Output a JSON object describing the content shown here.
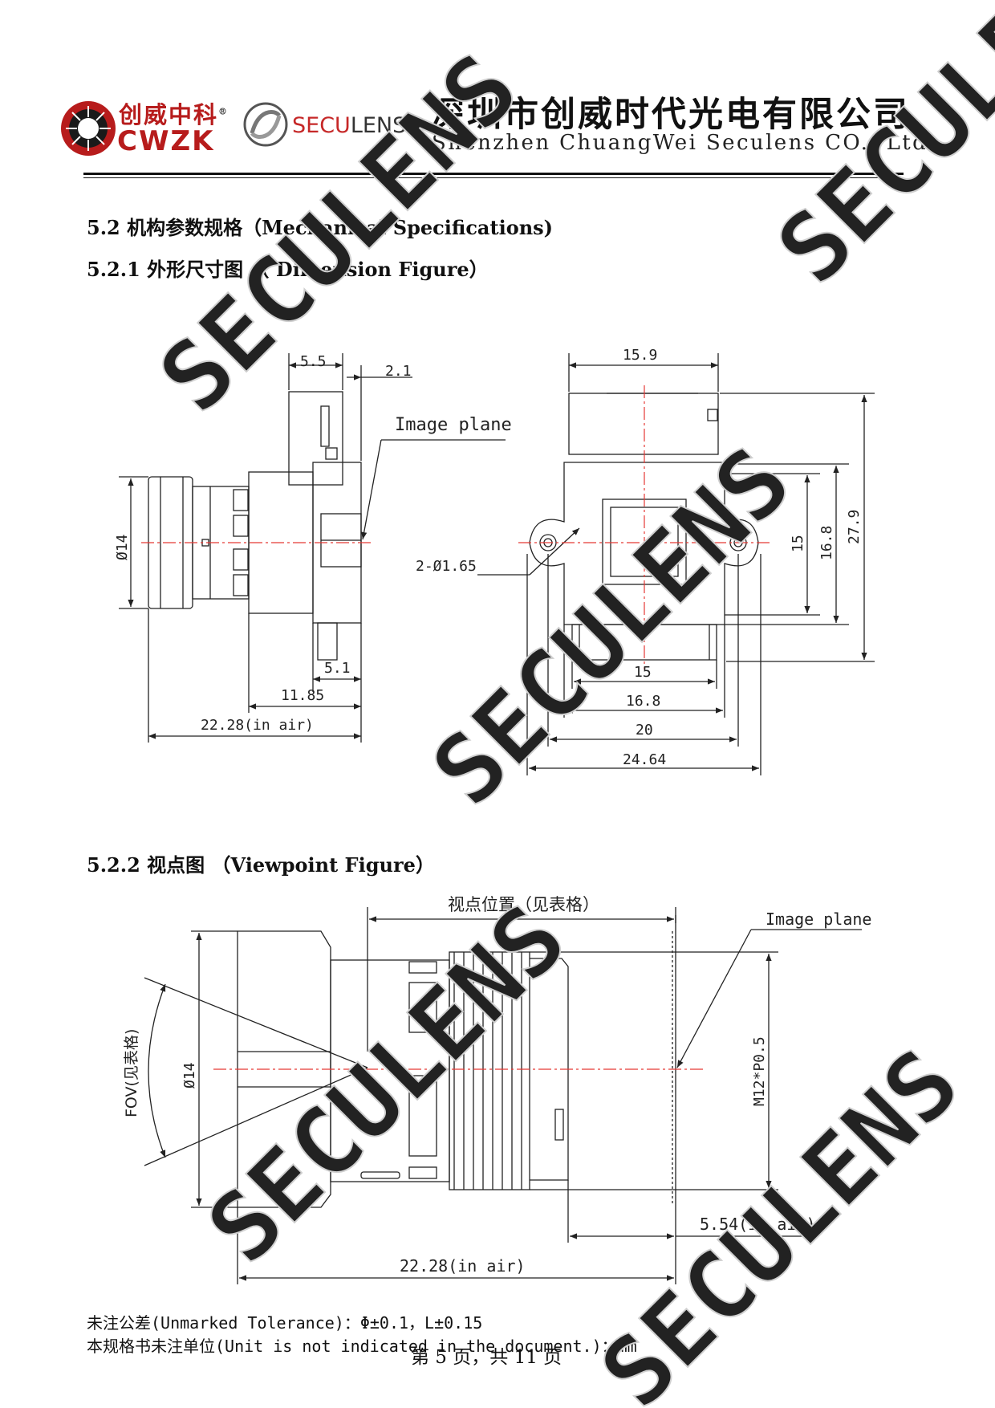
{
  "header": {
    "company_cn": "深圳市创威时代光电有限公司",
    "company_en": "Shenzhen ChuangWei Seculens CO., Ltd.",
    "logo_cn": "创威中科",
    "logo_en": "CWZK",
    "brand_a": "SECU",
    "brand_b": "LENS",
    "registered": "®"
  },
  "sections": {
    "s52": "5.2 机构参数规格（Mechanical Specifications)",
    "s521": "5.2.1 外形尺寸图 （ Dimension Figure）",
    "s522": "5.2.2 视点图 （Viewpoint Figure）"
  },
  "fig1": {
    "d_5_5": "5.5",
    "d_2_1": "2.1",
    "image_plane": "Image plane",
    "d_phi14": "Ø14",
    "d_5_1": "5.1",
    "d_11_85": "11.85",
    "d_22_28": "22.28(in air)",
    "d_15_9": "15.9",
    "d_hole": "2-Ø1.65",
    "d_15_v": "15",
    "d_16_8_v": "16.8",
    "d_27_9": "27.9",
    "d_15_h": "15",
    "d_16_8_h": "16.8",
    "d_20": "20",
    "d_24_64": "24.64"
  },
  "fig2": {
    "viewpoint": "视点位置（见表格）",
    "image_plane": "Image plane",
    "fov": "FOV(见表格)",
    "d_phi14": "Ø14",
    "thread": "M12*P0.5",
    "d_5_54": "5.54(in air)",
    "d_22_28": "22.28(in air)"
  },
  "notes": {
    "tolerance": "未注公差(Unmarked Tolerance)：Φ±0.1，L±0.15",
    "unit": "本规格书未注单位(Unit is not indicated in the document.)：mm"
  },
  "footer": {
    "page": "第 5 页，共 11 页"
  },
  "watermark": {
    "text": "SECULENS",
    "color": "#cfcfcf"
  },
  "colors": {
    "brand_red": "#b71c1c",
    "centerline": "#e53935"
  }
}
